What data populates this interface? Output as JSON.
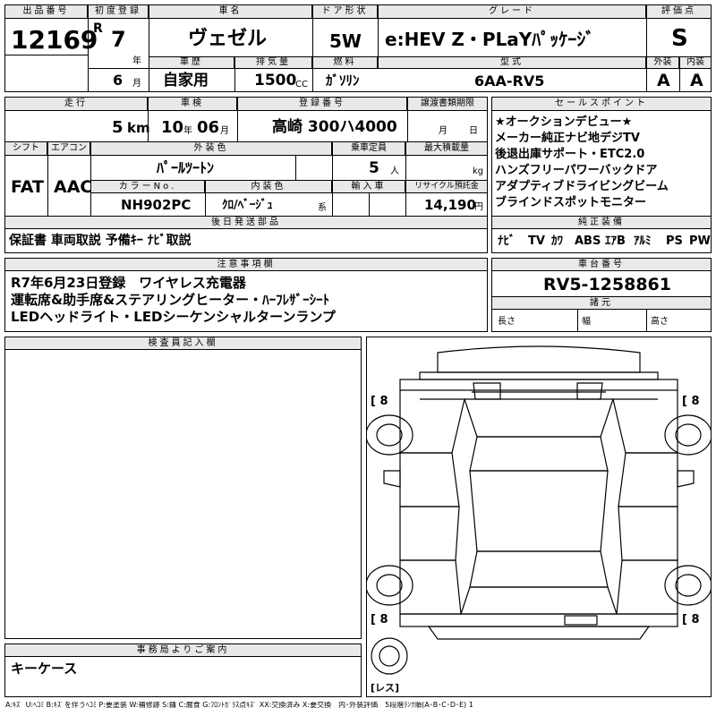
{
  "header": {
    "lot_no_label": "出品番号",
    "lot_no": "12169",
    "first_reg_label": "初度登録",
    "era": "R",
    "year": "7",
    "year_unit": "年",
    "month": "6",
    "month_unit": "月",
    "car_name_label": "車名",
    "car_name": "ヴェゼル",
    "door_label": "ドア形状",
    "door": "5W",
    "grade_label": "グレード",
    "grade": "e:HEV Z・PLaYﾊﾟｯｹｰｼﾞ",
    "score_label": "評価点",
    "score": "S",
    "history_label": "車歴",
    "history": "自家用",
    "displacement_label": "排気量",
    "displacement": "1500",
    "displacement_unit": "CC",
    "fuel_label": "燃料",
    "fuel": "ｶﾞｿﾘﾝ",
    "model_label": "型式",
    "model": "6AA-RV5",
    "exterior_label": "外装",
    "exterior": "A",
    "interior_label": "内装",
    "interior": "A"
  },
  "row2": {
    "mileage_label": "走行",
    "mileage": "5",
    "mileage_unit": "km",
    "inspection_label": "車検",
    "insp_year": "10",
    "insp_year_unit": "年",
    "insp_month": "06",
    "insp_month_unit": "月",
    "reg_no_label": "登録番号",
    "reg_no": "高崎 300ハ4000",
    "transfer_label": "譲渡書類期限",
    "transfer_month_unit": "月",
    "transfer_day_unit": "日",
    "shift_label": "シフト",
    "shift": "FAT",
    "ac_label": "エアコン",
    "ac": "AAC",
    "ext_color_label": "外装色",
    "ext_color": "ﾊﾟｰﾙﾂｰﾄﾝ",
    "capacity_label": "乗車定員",
    "capacity": "5",
    "capacity_unit": "人",
    "load_label": "最大積載量",
    "load_unit": "kg",
    "color_no_label": "カラーNo.",
    "color_no": "NH902PC",
    "int_color_label": "内装色",
    "int_color": "ｸﾛ/ﾍﾞｰｼﾞｭ",
    "int_color_unit": "系",
    "import_label": "輸入車",
    "recycle_label": "リサイクル預託金",
    "recycle": "14,190",
    "recycle_unit": "円",
    "later_label": "後日発送部品",
    "later": "保証書 車両取説 予備ｷｰ ﾅﾋﾞ取説"
  },
  "sales": {
    "label": "セールスポイント",
    "lines": [
      "★オークションデビュー★",
      "メーカー純正ナビ地デジTV",
      "後退出庫サポート・ETC2.0",
      "ハンズフリーパワーバックドア",
      "アダプティブドライビングビーム",
      "ブラインドスポットモニター"
    ],
    "equip_label": "純正装備",
    "equip": [
      "ﾅﾋﾞ",
      "TV",
      "ｶﾜ",
      "ABS",
      "ｴｱB",
      "ｱﾙﾐ",
      "PS",
      "PW"
    ]
  },
  "notes": {
    "label": "注意事項欄",
    "lines": [
      "R7年6月23日登録　ワイヤレス充電器",
      "運転席&助手席&ステアリングヒーター・ﾊｰﾌﾚｻﾞｰｼｰﾄ",
      "LEDヘッドライト・LEDシーケンシャルターンランプ"
    ]
  },
  "chassis": {
    "label": "車台番号",
    "value": "RV5-1258861",
    "spec_label": "諸元",
    "length_label": "長さ",
    "width_label": "幅",
    "height_label": "高さ"
  },
  "inspector": {
    "label": "検査員記入欄"
  },
  "diagram": {
    "tire_fl": "8",
    "tire_fr": "8",
    "tire_rl": "8",
    "tire_rr": "8",
    "spare": "レス"
  },
  "office": {
    "label": "事務局よりご案内",
    "text": "キーケース"
  },
  "legend": "A:ｷｽﾞ U:ﾍｺﾐ B:ｷｽﾞを伴うﾍｺﾐ P:要塗装 W:補修跡 S:錆 C:腐食 G:ﾌﾛﾝﾄｶﾞﾗｽ点ｷｽﾞ XX:交換済み X:要交換　内･外装評価　5段階ﾗﾝｸ順(A･B･C･D･E) 1"
}
